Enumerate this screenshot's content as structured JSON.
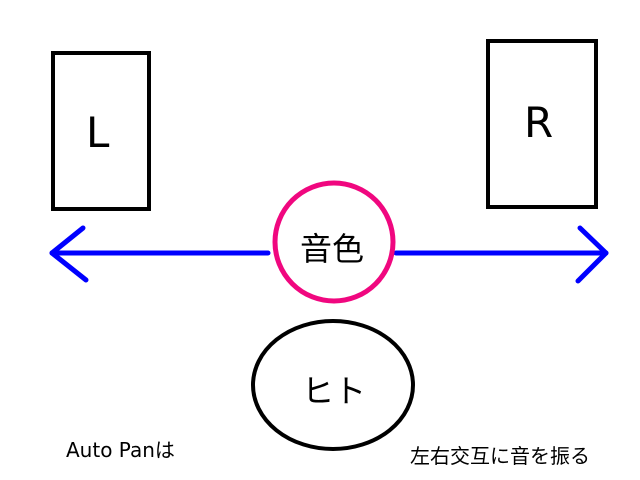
{
  "speakers": {
    "left": "L",
    "right": "R"
  },
  "tone_label": "音色",
  "person_label": "ヒト",
  "caption_left": "Auto Panは",
  "caption_right": "左右交互に音を振る",
  "colors": {
    "arrow": "#0000ff",
    "tone_circle": "#f0077f",
    "outline": "#000000"
  }
}
